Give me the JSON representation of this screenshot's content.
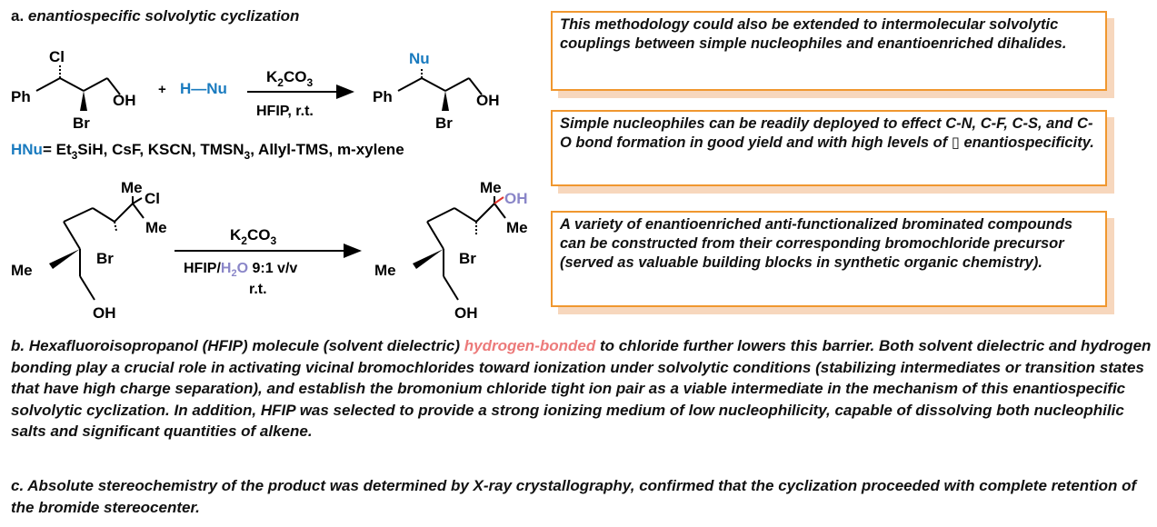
{
  "section_a": {
    "label": "a. ",
    "title": "enantiospecific solvolytic cyclization"
  },
  "scheme": {
    "reaction1": {
      "sm_cl": "Cl",
      "sm_ph": "Ph",
      "sm_oh": "OH",
      "sm_br": "Br",
      "plus": "+",
      "hnu": "H—Nu",
      "reagent_top": "K",
      "reagent_top_sub": "2",
      "reagent_top_rest": "CO",
      "reagent_top_sub2": "3",
      "reagent_bottom": "HFIP,  r.t.",
      "prod_nu": "Nu",
      "prod_ph": "Ph",
      "prod_oh": "OH",
      "prod_br": "Br"
    },
    "hnu_list": {
      "label": "HNu",
      "eq": "= Et",
      "sub1": "3",
      "part2": "SiH, CsF, KSCN, TMSN",
      "sub2": "3",
      "part3": ", Allyl-TMS, m-xylene"
    },
    "reaction2": {
      "sm_me1": "Me",
      "sm_cl": "Cl",
      "sm_me2": "Me",
      "sm_br": "Br",
      "sm_me3": "Me",
      "sm_oh": "OH",
      "reagent_top": "K",
      "reagent_top_sub": "2",
      "reagent_top_rest": "CO",
      "reagent_top_sub2": "3",
      "reagent_mid_1": "HFIP/",
      "reagent_mid_h2o": "H",
      "reagent_mid_h2o_sub": "2",
      "reagent_mid_h2o_o": "O",
      "reagent_mid_2": " 9:1 v/v",
      "reagent_bottom": "r.t.",
      "prod_me1": "Me",
      "prod_oh1": "OH",
      "prod_me2": "Me",
      "prod_br": "Br",
      "prod_me3": "Me",
      "prod_oh2": "OH"
    }
  },
  "boxes": [
    "This methodology could also be extended to intermolecular solvolytic couplings between simple nucleophiles and enantioenriched dihalides.",
    "Simple nucleophiles can be readily deployed to effect C-N, C-F,  C-S, and C-O bond formation in good yield and with high levels of ▯ enantiospecificity.",
    "A variety of enantioenriched anti-functionalized brominated compounds can be constructed from their corresponding bromochloride precursor (served as valuable building blocks in synthetic organic chemistry)."
  ],
  "section_b": {
    "part1": "b. Hexafluoroisopropanol (HFIP) molecule (solvent dielectric) ",
    "highlight": "hydrogen-bonded",
    "part2": " to chloride further lowers this barrier. Both solvent dielectric and hydrogen bonding play a crucial role in activating vicinal bromochlorides toward ionization under solvolytic conditions (stabilizing intermediates or transition states that have high charge separation), and establish the bromonium chloride tight ion pair as a viable intermediate in the mechanism of this enantiospecific solvolytic cyclization. In addition, HFIP was selected to provide a strong ionizing medium of low nucleophilicity, capable of dissolving both nucleophilic salts and significant quantities of alkene."
  },
  "section_c": {
    "text": "c. Absolute stereochemistry of the product was determined by X-ray crystallography, confirmed that the cyclization proceeded with complete retention of the bromide stereocenter."
  },
  "colors": {
    "nucleophile_blue": "#1a7bbf",
    "water_purple": "#8a86c8",
    "new_bond_red": "#e0332c",
    "box_border": "#f0972f",
    "box_shadow": "#f7d7bd",
    "highlight_pink": "#ec7a7a"
  }
}
